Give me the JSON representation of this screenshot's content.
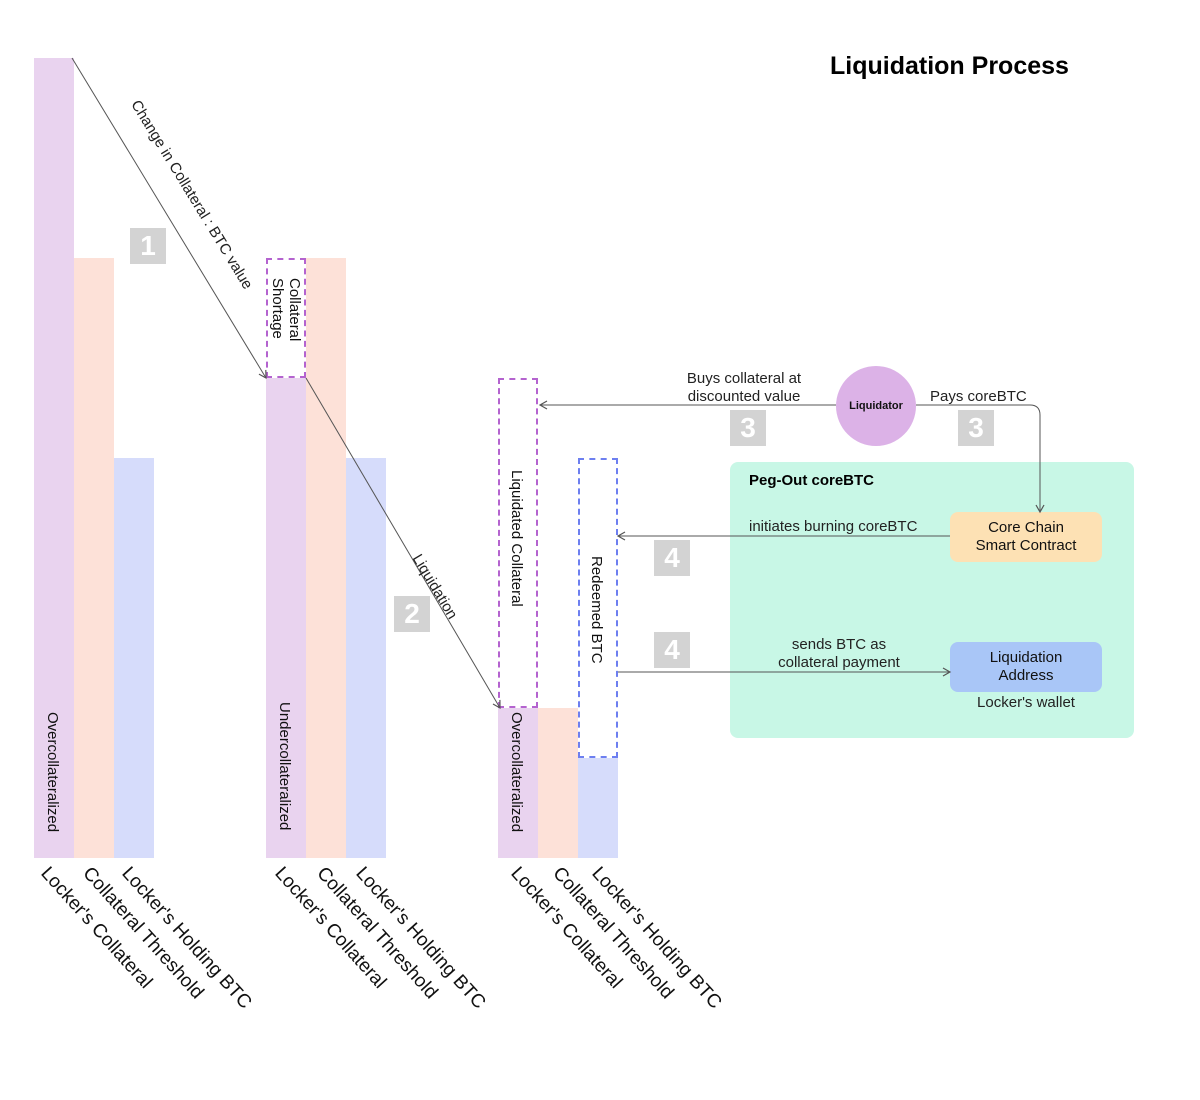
{
  "title": "Liquidation Process",
  "groups": [
    {
      "state_label": "Overcollateralized",
      "bar_labels": [
        "Locker's Collateral",
        "Collateral Threshold",
        "Locker's Holding BTC"
      ]
    },
    {
      "state_label": "Undercollateralized",
      "shortage_label": "Collateral Shortage",
      "bar_labels": [
        "Locker's Collateral",
        "Collateral Threshold",
        "Locker's Holding BTC"
      ]
    },
    {
      "state_label": "Overcollateralized",
      "liquidated_label": "Liquidated Collateral",
      "redeemed_label": "Redeemed BTC",
      "bar_labels": [
        "Locker's Collateral",
        "Collateral Threshold",
        "Locker's Holding BTC"
      ]
    }
  ],
  "arrows": {
    "change": "Change in Collateral : BTC value",
    "liquidation": "Liquidation",
    "buys": "Buys collateral at discounted value",
    "pays": "Pays coreBTC",
    "burning": "initiates burning coreBTC",
    "sends": "sends BTC as collateral payment"
  },
  "steps": [
    "1",
    "2",
    "3",
    "3",
    "4",
    "4"
  ],
  "liquidator": "Liquidator",
  "pegout": {
    "title": "Peg-Out coreBTC",
    "contract": "Core Chain Smart Contract",
    "address": "Liquidation Address",
    "wallet": "Locker's wallet"
  },
  "colors": {
    "collateral": "#e9d3ef",
    "threshold": "#fde1d8",
    "holding_btc": "#d6dcfb",
    "panel": "#c8f7e6",
    "contract": "#fde1b4",
    "address": "#a9c6f7",
    "liquidator": "#dcb2e7",
    "step_badge": "#d3d3d3"
  }
}
